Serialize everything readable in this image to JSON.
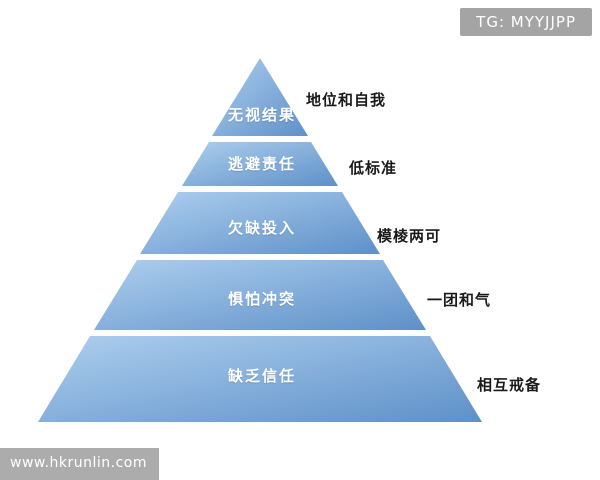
{
  "badge": {
    "text": "TG: MYYJJPP",
    "bg": "rgba(154,154,154,0.9)"
  },
  "watermark": {
    "text": "www.hkrunlin.com",
    "bg": "rgba(163,163,163,0.9)"
  },
  "pyramid": {
    "type": "layered-pyramid",
    "levels": [
      {
        "label": "无视结果",
        "side_label": "地位和自我"
      },
      {
        "label": "逃避责任",
        "side_label": "低标准"
      },
      {
        "label": "欠缺投入",
        "side_label": "模棱两可"
      },
      {
        "label": "惧怕冲突",
        "side_label": "一团和气"
      },
      {
        "label": "缺乏信任",
        "side_label": "相互戒备"
      }
    ],
    "colors": {
      "band_light": "#aecfee",
      "band_dark": "#5e90c8"
    }
  }
}
